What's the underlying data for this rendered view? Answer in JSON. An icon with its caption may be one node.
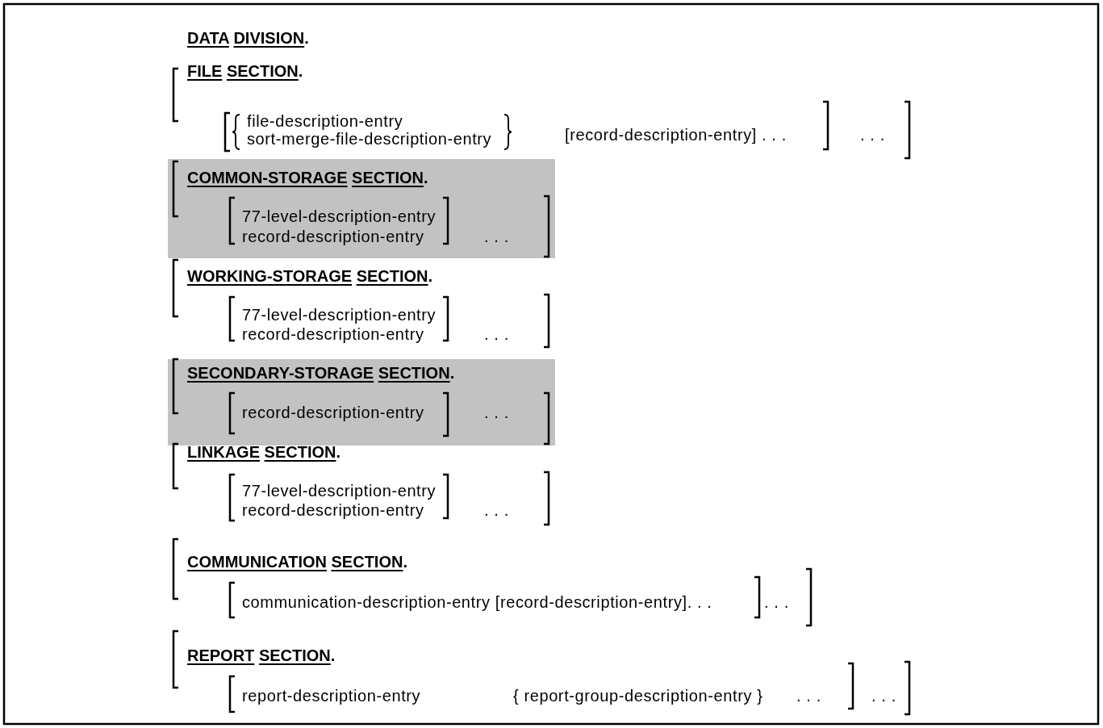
{
  "diagram": {
    "nodes": [
      {
        "text": [
          "COMMON-STORAGE SECTION.",
          "77-level-description-entry",
          "record-description-entry",
          ". . ."
        ]
      },
      {
        "text": [
          "SECONDARY-STORAGE SECTION.",
          "record-description-entry",
          ". . ."
        ]
      }
    ],
    "edges": [],
    "labels": [
      "DATA DIVISION.",
      "FILE SECTION.",
      "file-description-entry",
      "sort-merge-file-description-entry",
      "[record-description-entry] . . .",
      ". . .",
      "WORKING-STORAGE SECTION.",
      "77-level-description-entry",
      "record-description-entry",
      ". . .",
      "LINKAGE SECTION.",
      "77-level-description-entry",
      "record-description-entry",
      ". . .",
      "COMMUNICATION SECTION.",
      "communication-description-entry [record-description-entry]. . .",
      ". . .",
      "REPORT SECTION.",
      "report-description-entry",
      "{ report-group-description-entry }",
      ". . .",
      ". . ."
    ]
  }
}
